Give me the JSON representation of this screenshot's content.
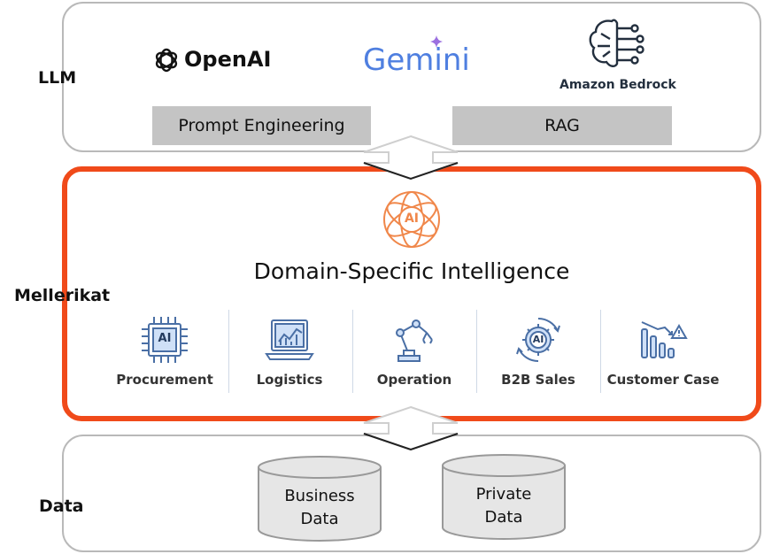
{
  "layers": {
    "llm_label": "LLM",
    "middle_label": "Mellerikat",
    "data_label": "Data"
  },
  "llm": {
    "providers": [
      "OpenAI",
      "Gemini",
      "Amazon Bedrock"
    ],
    "techniques": [
      "Prompt Engineering",
      "RAG"
    ]
  },
  "mellerikat": {
    "badge": "AI",
    "title": "Domain-Specific Intelligence",
    "chip_text": "AI",
    "categories": [
      "Procurement",
      "Logistics",
      "Operation",
      "B2B Sales",
      "Customer Case"
    ]
  },
  "data": {
    "sources": [
      {
        "line1": "Business",
        "line2": "Data"
      },
      {
        "line1": "Private",
        "line2": "Data"
      }
    ]
  },
  "colors": {
    "accent_orange": "#f04a1a",
    "icon_orange": "#f0874a",
    "icon_blue": "#4a6fa5",
    "panel_border": "#b9b9b9",
    "bar_grey": "#c4c4c4"
  }
}
